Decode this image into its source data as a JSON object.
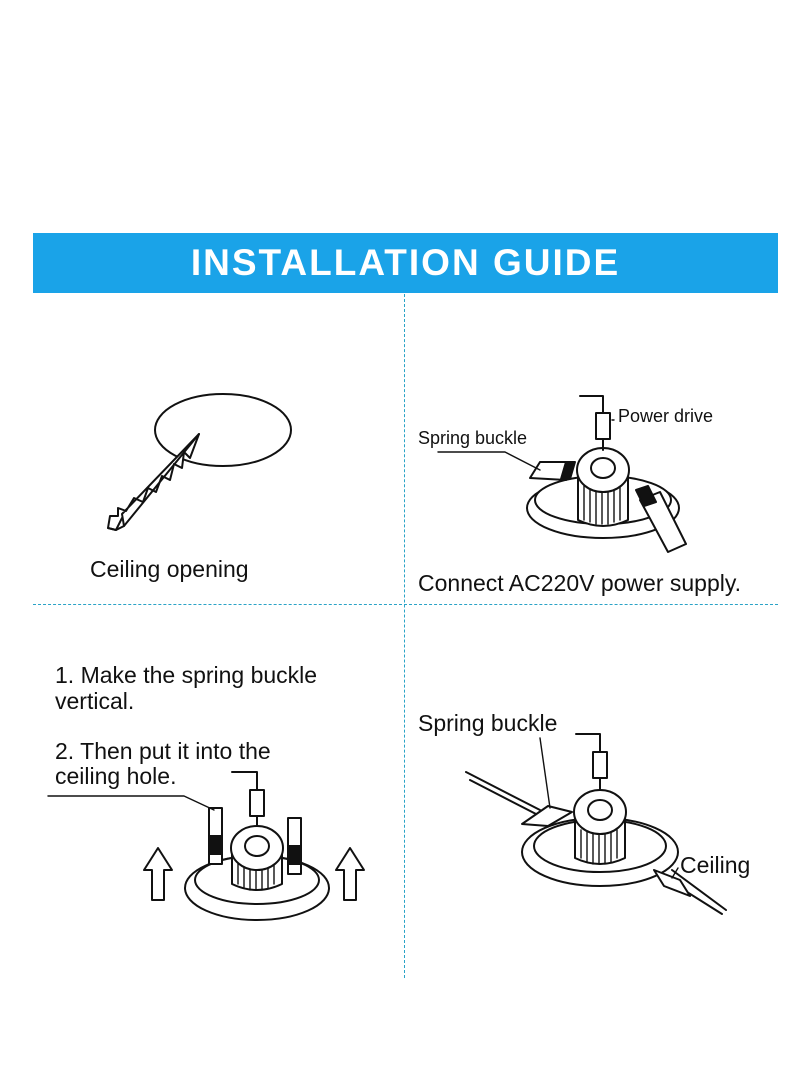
{
  "header": {
    "title": "INSTALLATION GUIDE",
    "background_color": "#1aa3e8",
    "text_color": "#ffffff"
  },
  "divider_color": "#2aa3c7",
  "panels": {
    "top_left": {
      "caption": "Ceiling opening"
    },
    "top_right": {
      "callout_power_drive": "Power drive",
      "callout_spring_buckle": "Spring buckle",
      "caption": "Connect AC220V power supply."
    },
    "bottom_left": {
      "step1_line1": "1. Make the spring buckle",
      "step1_line2": "vertical.",
      "step2_line1": "2. Then put it into the",
      "step2_line2": "ceiling hole."
    },
    "bottom_right": {
      "callout_spring_buckle": "Spring buckle",
      "callout_ceiling": "Ceiling"
    }
  }
}
